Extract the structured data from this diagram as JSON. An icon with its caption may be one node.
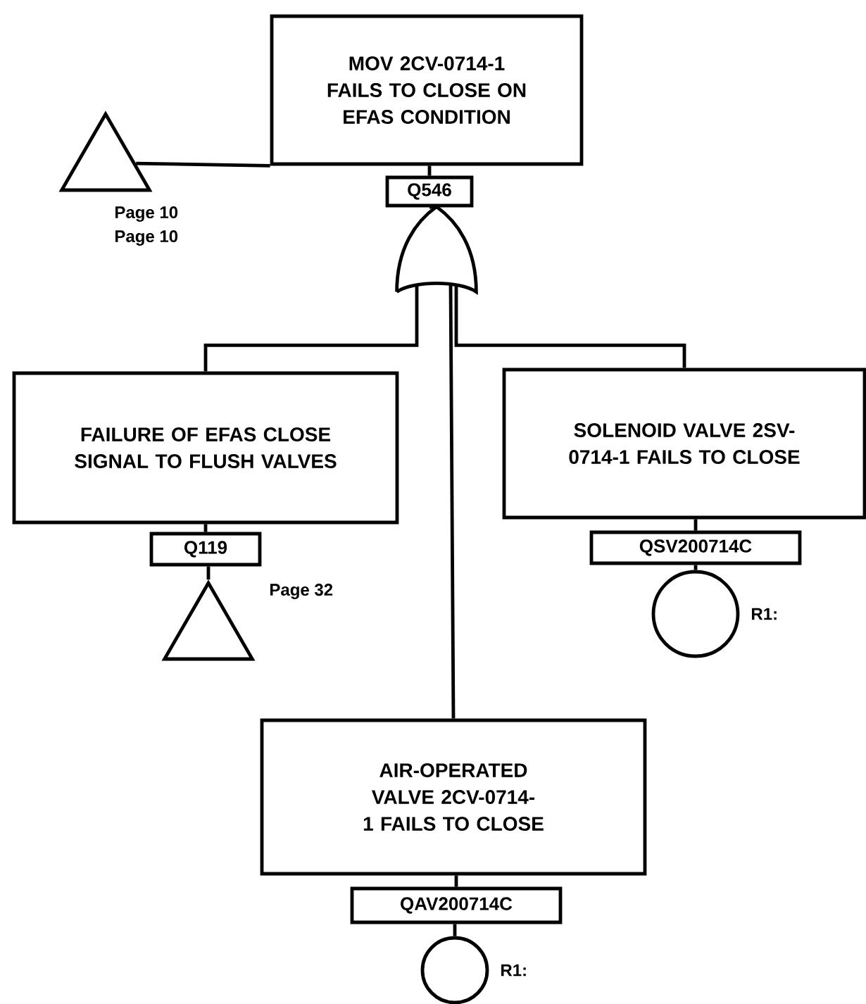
{
  "diagram": {
    "nodes": [
      {
        "text": [
          "MOV 2CV-0714-1 FAILS TO CLOSE ON EFAS CONDITION"
        ]
      },
      {
        "text": [
          "Q546"
        ]
      },
      {
        "text": [],
        "shape": "gate"
      },
      {
        "text": [],
        "shape": "triangle",
        "beside": [
          "Page 10",
          "Page 10"
        ]
      },
      {
        "text": [
          "FAILURE OF EFAS CLOSE SIGNAL TO FLUSH VALVES"
        ]
      },
      {
        "text": [
          "Q119"
        ]
      },
      {
        "text": [],
        "shape": "triangle",
        "beside": [
          "Page 32"
        ]
      },
      {
        "text": [
          "SOLENOID VALVE 2SV-0714-1 FAILS TO CLOSE"
        ]
      },
      {
        "text": [
          "QSV200714C"
        ]
      },
      {
        "text": [],
        "shape": "circle",
        "beside": [
          "R1:"
        ]
      },
      {
        "text": [
          "AIR-OPERATED VALVE 2CV-0714-1 FAILS TO CLOSE"
        ]
      },
      {
        "text": [
          "QAV200714C"
        ]
      },
      {
        "text": [],
        "shape": "circle",
        "beside": [
          "R1:"
        ]
      }
    ],
    "edges": [
      {
        "from": 0,
        "to": 1,
        "arrow": "none"
      },
      {
        "from": 1,
        "to": 2,
        "arrow": "none"
      },
      {
        "from": 0,
        "to": 3,
        "arrow": "none"
      },
      {
        "from": 2,
        "to": 4,
        "arrow": "none"
      },
      {
        "from": 2,
        "to": 7,
        "arrow": "none"
      },
      {
        "from": 2,
        "to": 10,
        "arrow": "none"
      },
      {
        "from": 4,
        "to": 5,
        "arrow": "none"
      },
      {
        "from": 5,
        "to": 6,
        "arrow": "none"
      },
      {
        "from": 7,
        "to": 8,
        "arrow": "none"
      },
      {
        "from": 8,
        "to": 9,
        "arrow": "none"
      },
      {
        "from": 10,
        "to": 11,
        "arrow": "none"
      },
      {
        "from": 11,
        "to": 12,
        "arrow": "none"
      }
    ]
  }
}
